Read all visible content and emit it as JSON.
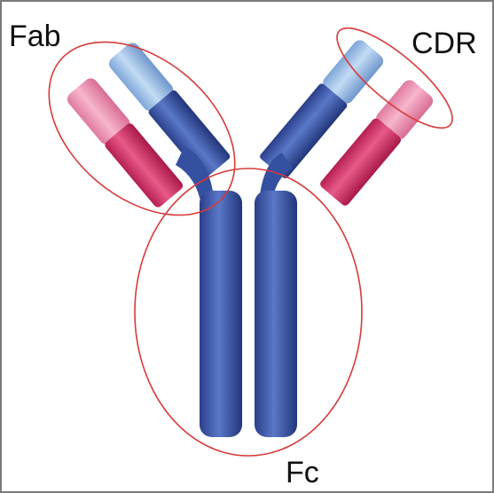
{
  "labels": {
    "fab": "Fab",
    "cdr": "CDR",
    "fc": "Fc"
  },
  "colors": {
    "heavy_chain": "#3a5aa8",
    "heavy_chain_variable": "#8fb6e0",
    "light_chain": "#d2356b",
    "light_chain_variable": "#ee8db0",
    "region_outline": "#d83a3a",
    "frame": "#7a7a7a"
  }
}
